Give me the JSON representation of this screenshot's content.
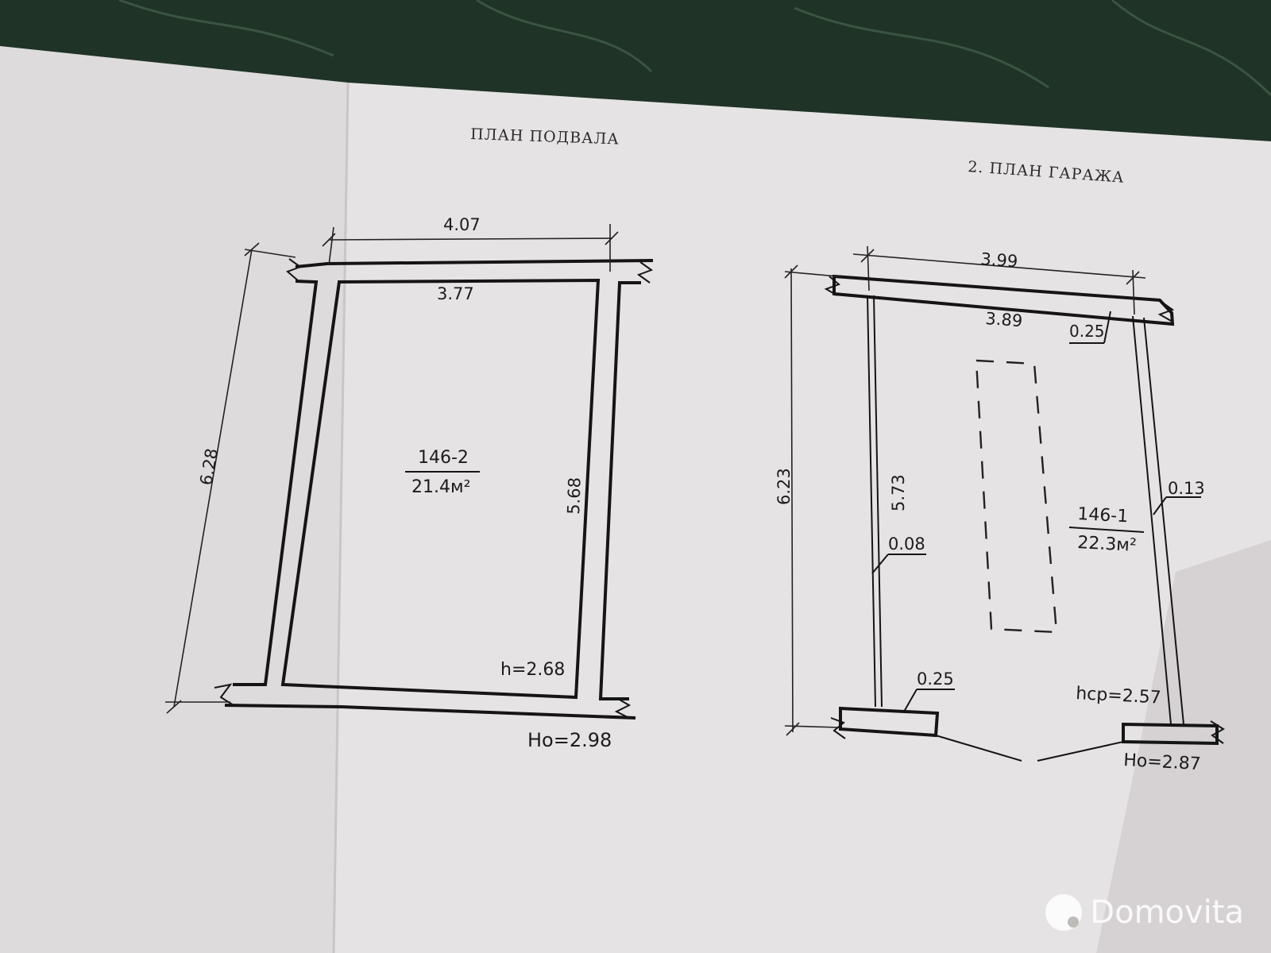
{
  "colors": {
    "background": "#1f3326",
    "paper_left": "#dedbdd",
    "paper_right": "#e6e3e5",
    "ink": "#151515"
  },
  "basement_plan": {
    "title": "ПЛАН ПОДВАЛА",
    "outer_width": "4.07",
    "inner_width": "3.77",
    "outer_length": "6.28",
    "inner_length": "5.68",
    "room_number": "146-2",
    "room_area": "21.4м²",
    "room_height": "h=2.68",
    "ho": "Ho=2.98"
  },
  "garage_plan": {
    "title": "2. ПЛАН ГАРАЖА",
    "outer_width": "3.99",
    "inner_width": "3.89",
    "top_wall": "0.25",
    "outer_length": "6.23",
    "inner_length": "5.73",
    "left_wall": "0.08",
    "right_wall": "0.13",
    "bottom_wall": "0.25",
    "room_number": "146-1",
    "room_area": "22.3м²",
    "avg_height": "hср=2.57",
    "ho": "Ho=2.87"
  },
  "watermark": {
    "brand": "Domovita",
    "icon": "domovita-logo-icon"
  }
}
